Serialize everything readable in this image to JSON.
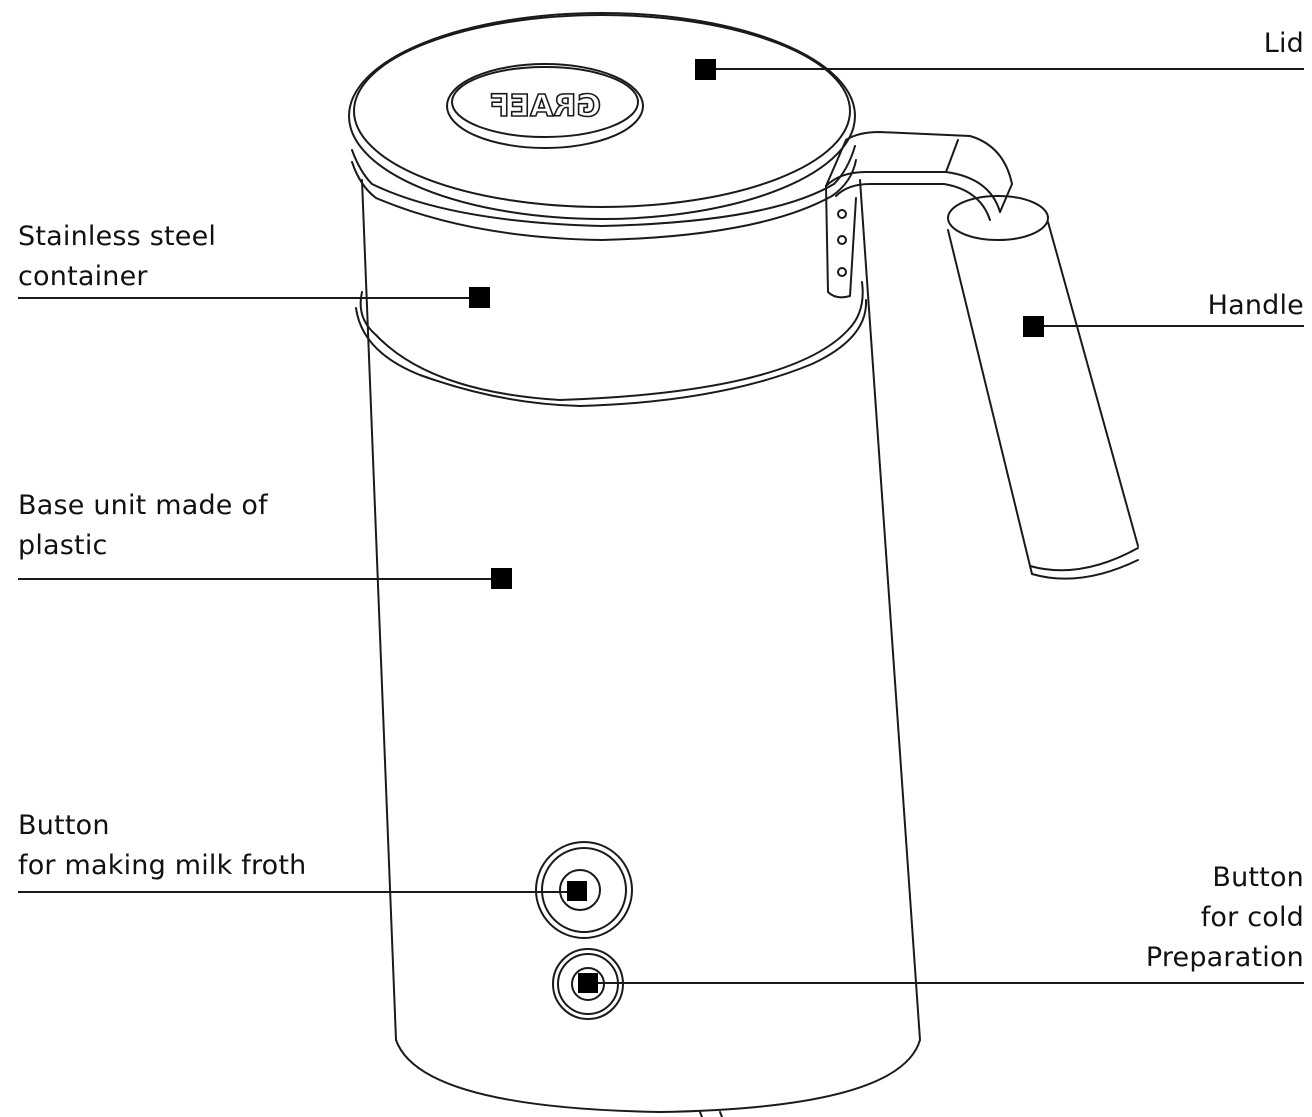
{
  "diagram": {
    "brand_logo_text": "GRAEF",
    "labels": {
      "lid": [
        "Lid"
      ],
      "container": [
        "Stainless steel",
        "container"
      ],
      "handle": [
        "Handle"
      ],
      "base": [
        "Base unit made of",
        "plastic"
      ],
      "froth_button": [
        "Button",
        "for making milk froth"
      ],
      "cold_button": [
        "Button",
        "for cold",
        "Preparation"
      ]
    },
    "colors": {
      "line": "#1a1a1a",
      "marker": "#000000",
      "background": "#ffffff"
    }
  }
}
